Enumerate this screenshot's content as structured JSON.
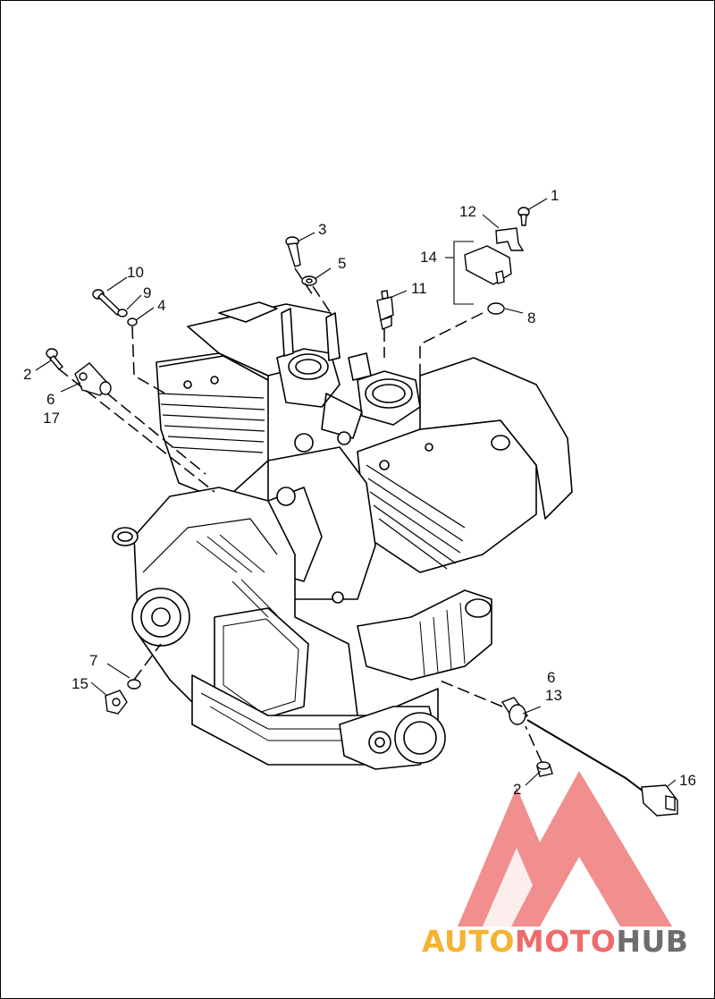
{
  "callouts": {
    "c1": "1",
    "c12": "12",
    "c3": "3",
    "c14": "14",
    "c5": "5",
    "c10": "10",
    "c9": "9",
    "c4": "4",
    "c11": "11",
    "c8": "8",
    "c2a": "2",
    "c6a": "6",
    "c17": "17",
    "c7": "7",
    "c15": "15",
    "c6b": "6",
    "c13": "13",
    "c2b": "2",
    "c16": "16"
  },
  "watermark": {
    "part1": "AUTO",
    "part2": "MOTO",
    "part3": "HUB",
    "color1": "#f5b333",
    "color2": "#ee6b6b",
    "color3": "#6d6d6d",
    "logo_color": "#ef7a7a"
  }
}
